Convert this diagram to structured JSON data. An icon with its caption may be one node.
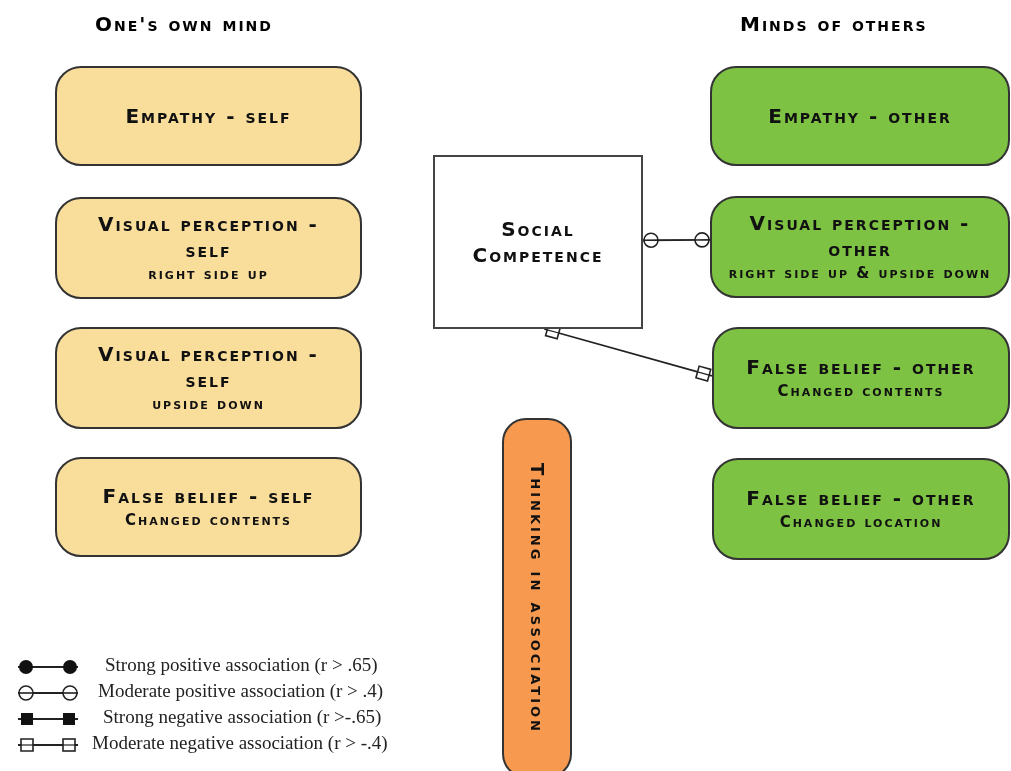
{
  "diagram": {
    "nodes": [
      {
        "text": [
          "Empathy - self"
        ]
      },
      {
        "text": [
          "Visual perception - self",
          "right side up"
        ]
      },
      {
        "text": [
          "Visual perception - self",
          "upside down"
        ]
      },
      {
        "text": [
          "False belief - self",
          "Changed contents"
        ]
      },
      {
        "text": [
          "Social Competence"
        ]
      },
      {
        "text": [
          "Empathy - other"
        ]
      },
      {
        "text": [
          "Visual perception - other",
          "right side up & upside down"
        ]
      },
      {
        "text": [
          "False belief - other",
          "Changed contents"
        ]
      },
      {
        "text": [
          "False belief - other",
          "Changed location"
        ]
      },
      {
        "text": [
          "Thinking in association"
        ]
      }
    ],
    "edges": [
      {
        "from": 4,
        "to": 6,
        "arrow": "other"
      },
      {
        "from": 4,
        "to": 7,
        "arrow": "other"
      }
    ],
    "labels": [
      "One's own mind",
      "Minds of others"
    ],
    "legend": [
      {
        "text": "Strong positive association (r > .65)"
      },
      {
        "text": "Moderate positive association (r > .4)"
      },
      {
        "text": "Strong negative association (r >-.65)"
      },
      {
        "text": "Moderate negative association (r > -.4)"
      }
    ]
  }
}
